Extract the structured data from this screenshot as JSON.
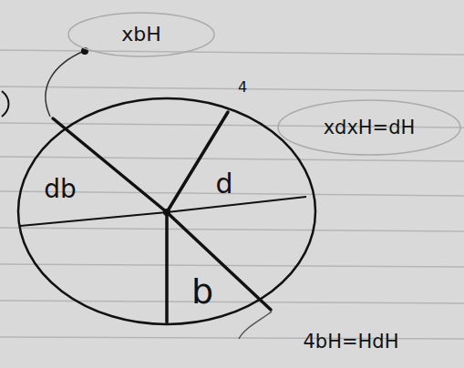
{
  "diagram": {
    "labels": [
      "xbH",
      "xdxH=dH",
      "4",
      "db",
      "d",
      "b",
      "4bH=HdH"
    ]
  }
}
